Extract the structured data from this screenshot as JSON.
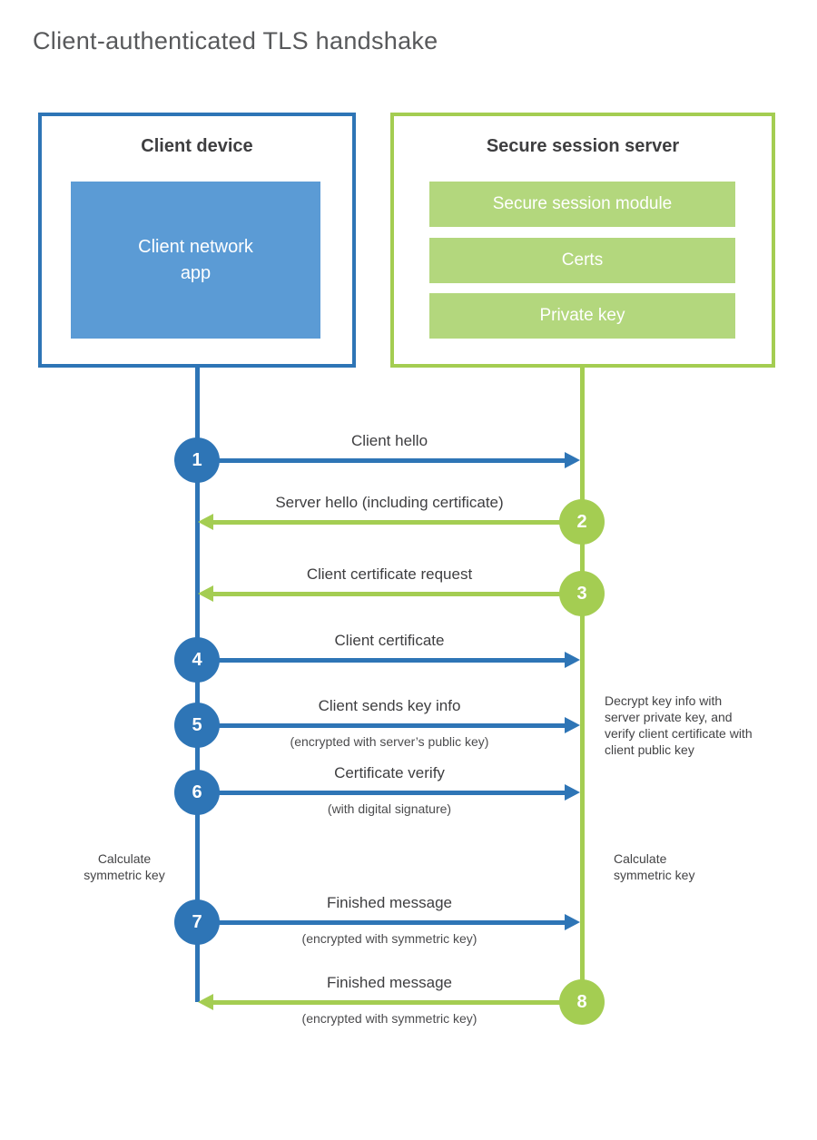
{
  "title": "Client-authenticated TLS handshake",
  "client": {
    "title": "Client device",
    "app": "Client network\napp"
  },
  "server": {
    "title": "Secure session server",
    "modules": [
      "Secure session module",
      "Certs",
      "Private key"
    ]
  },
  "steps": [
    {
      "number": "1",
      "direction": "client-to-server",
      "label": "Client hello",
      "sub": ""
    },
    {
      "number": "2",
      "direction": "server-to-client",
      "label": "Server hello (including certificate)",
      "sub": ""
    },
    {
      "number": "3",
      "direction": "server-to-client",
      "label": "Client certificate request",
      "sub": ""
    },
    {
      "number": "4",
      "direction": "client-to-server",
      "label": "Client certificate",
      "sub": ""
    },
    {
      "number": "5",
      "direction": "client-to-server",
      "label": "Client sends key info",
      "sub": "(encrypted with server’s public key)"
    },
    {
      "number": "6",
      "direction": "client-to-server",
      "label": "Certificate verify",
      "sub": "(with digital signature)"
    },
    {
      "number": "7",
      "direction": "client-to-server",
      "label": "Finished message",
      "sub": "(encrypted with symmetric key)"
    },
    {
      "number": "8",
      "direction": "server-to-client",
      "label": "Finished message",
      "sub": "(encrypted with symmetric key)"
    }
  ],
  "notes": {
    "decrypt": "Decrypt key info with server private key, and verify client certificate with client public key",
    "calculate_left": "Calculate\nsymmetric key",
    "calculate_right": "Calculate\nsymmetric key"
  },
  "colors": {
    "client_accent": "#2e75b6",
    "client_fill": "#5b9bd5",
    "server_accent": "#a4cd52",
    "server_fill": "#b3d77d",
    "label_text": "#3e3e40",
    "title_text": "#58595b"
  }
}
